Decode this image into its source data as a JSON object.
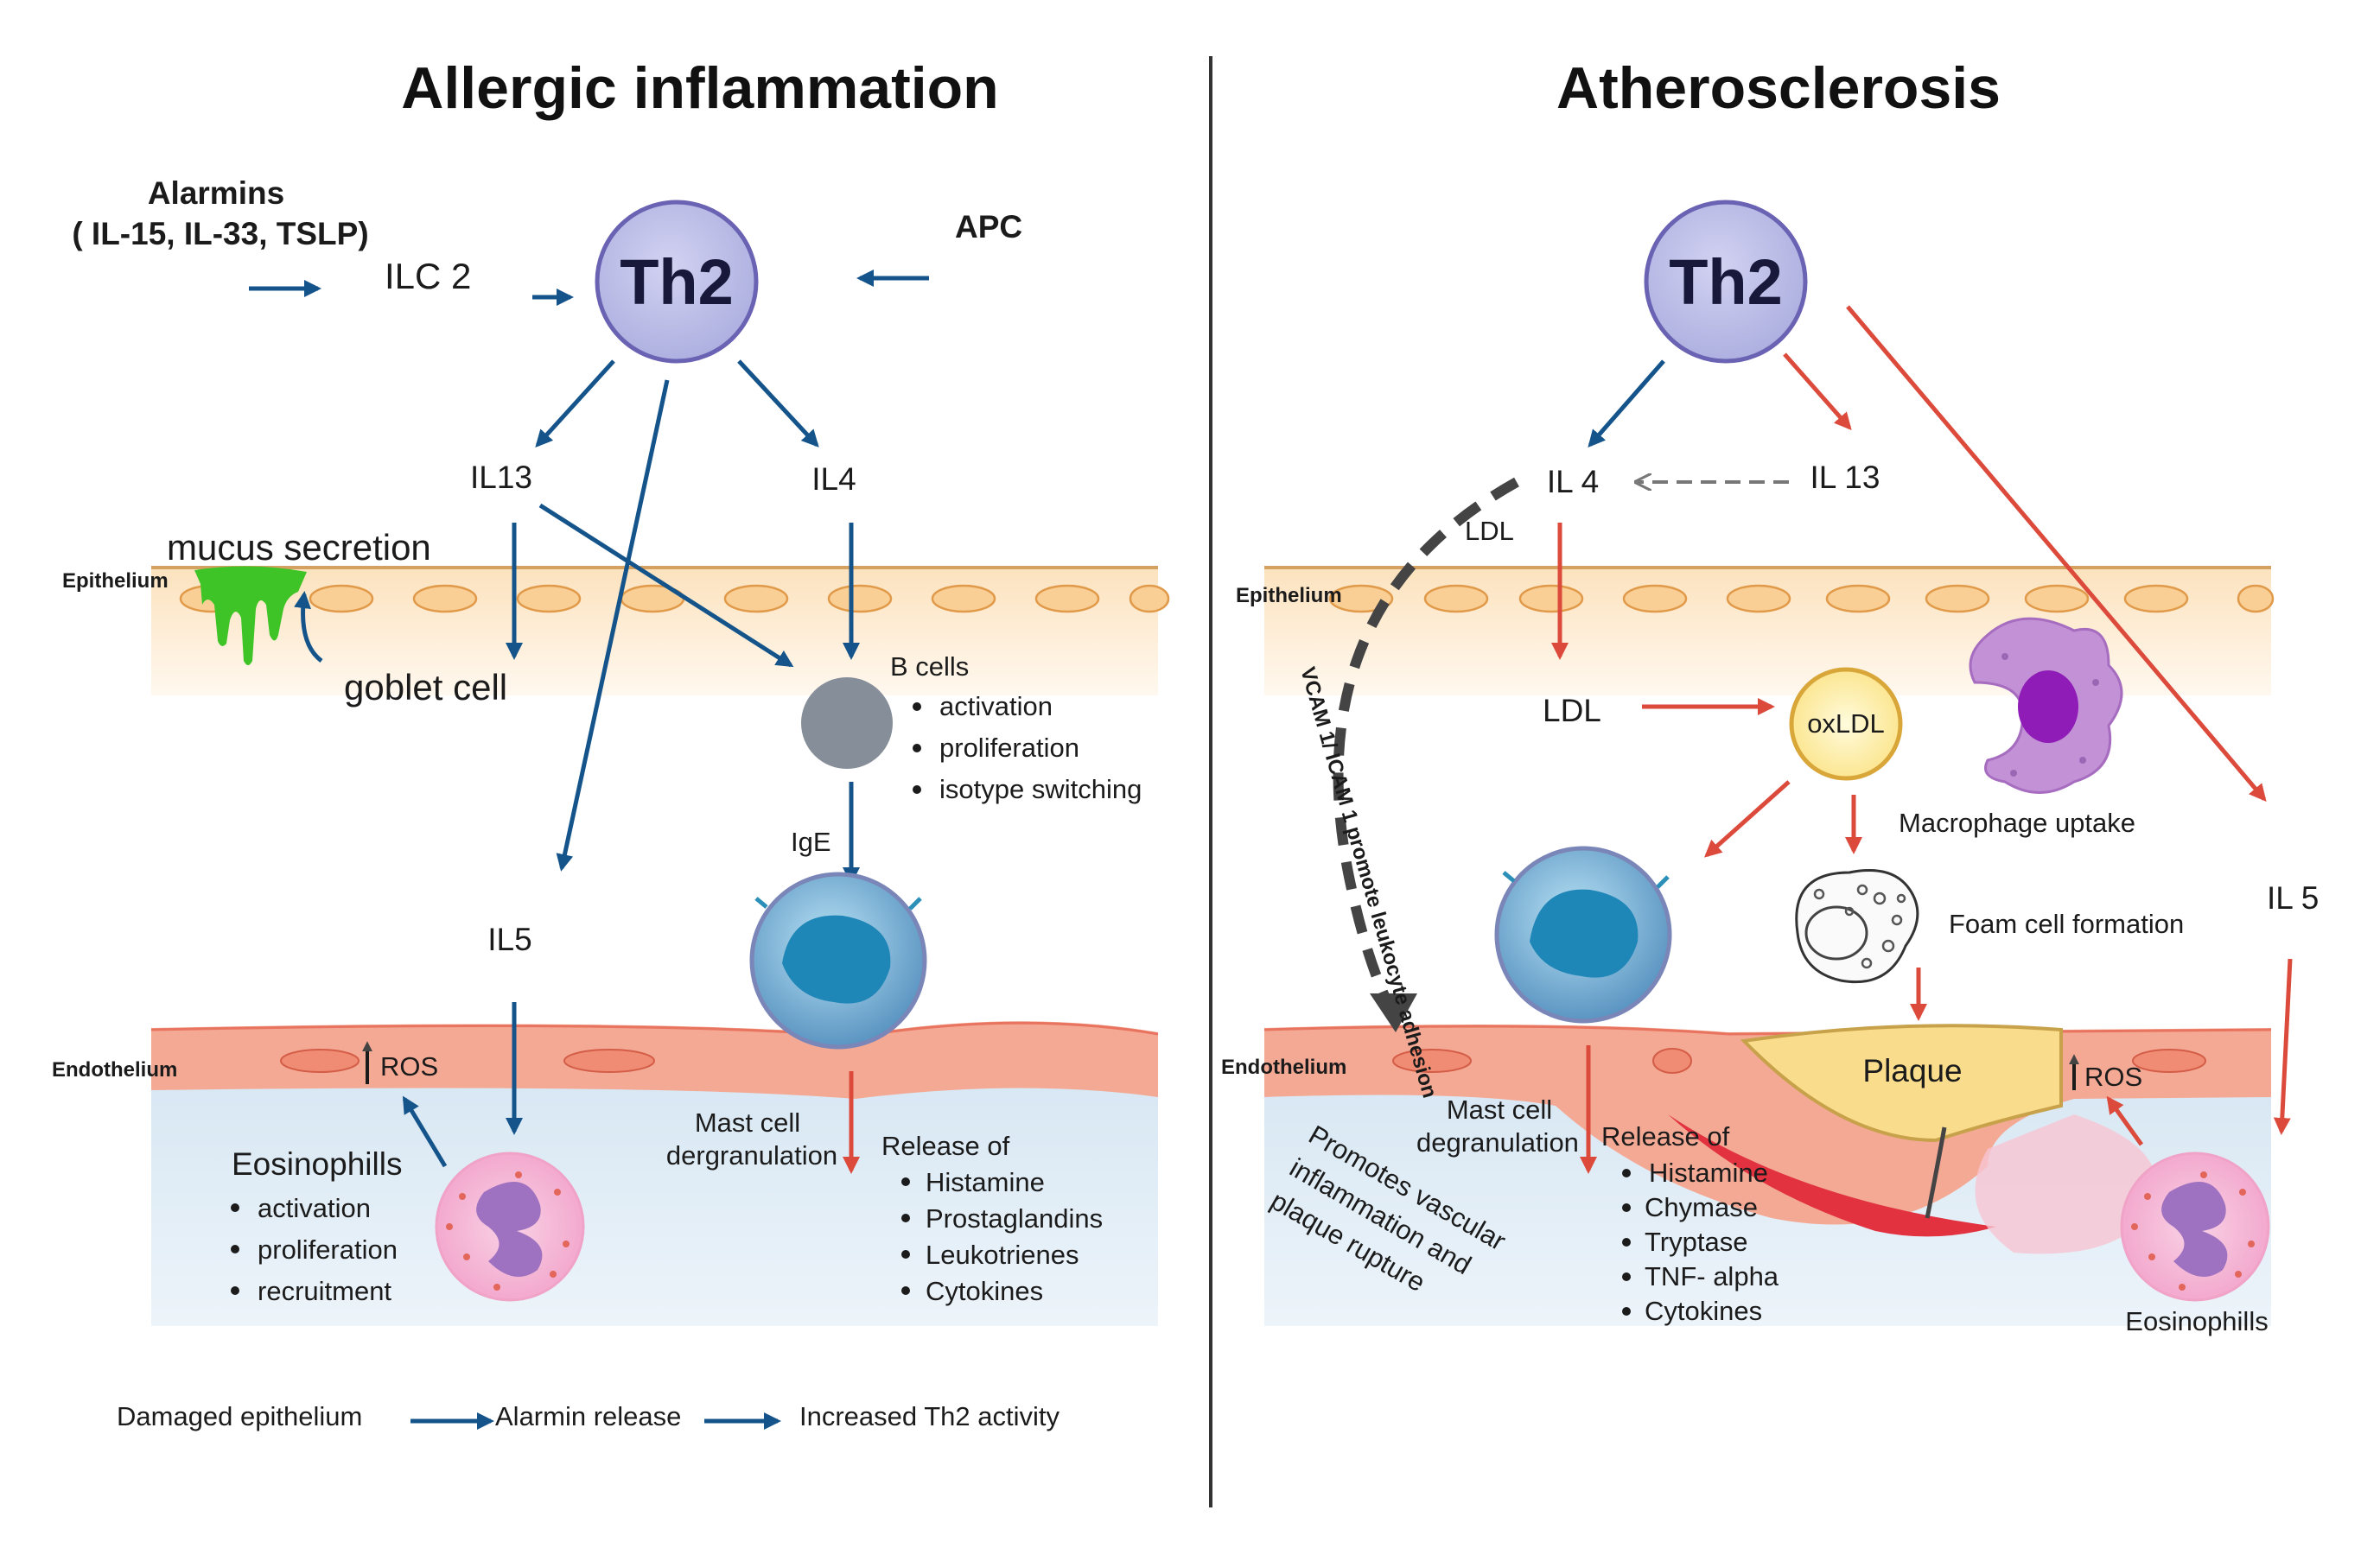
{
  "left": {
    "title": "Allergic inflammation",
    "alarmins_line1": "Alarmins",
    "alarmins_line2": "( IL-15, IL-33, TSLP)",
    "ilc2": "ILC 2",
    "th2": "Th2",
    "apc": "APC",
    "il13": "IL13",
    "il4": "IL4",
    "mucus": "mucus secretion",
    "epithelium": "Epithelium",
    "goblet": "goblet cell",
    "bcells": "B cells",
    "b_items": [
      "activation",
      "proliferation",
      "isotype switching"
    ],
    "ige": "IgE",
    "il5": "IL5",
    "endothelium": "Endothelium",
    "ros": "ROS",
    "eos_title": "Eosinophills",
    "eos_items": [
      "activation",
      "proliferation",
      "recruitment"
    ],
    "mast_line1": "Mast cell",
    "mast_line2": "dergranulation",
    "release_title": "Release of",
    "release_items": [
      "Histamine",
      "Prostaglandins",
      "Leukotrienes",
      "Cytokines"
    ],
    "flow": [
      "Damaged epithelium",
      "Alarmin release",
      "Increased Th2 activity"
    ]
  },
  "right": {
    "title": "Atherosclerosis",
    "th2": "Th2",
    "il4": "IL 4",
    "il13": "IL 13",
    "ldl_top": "LDL",
    "epithelium": "Epithelium",
    "ldl": "LDL",
    "oxldl": "oxLDL",
    "macrophage": "Macrophage uptake",
    "foam": "Foam cell formation",
    "il5": "IL 5",
    "vcam": "VCAM 1/ ICAM 1 promote leukocyte adhesion",
    "endothelium": "Endothelium",
    "plaque": "Plaque",
    "ros": "ROS",
    "mast_line1": "Mast cell",
    "mast_line2": "degranulation",
    "release_title": "Release of",
    "release_items": [
      "Histamine",
      "Chymase",
      "Tryptase",
      "TNF- alpha",
      "Cytokines"
    ],
    "promotes_lines": [
      "Promotes vascular",
      "inflammation and",
      "plaque rupture"
    ],
    "eos": "Eosinophills"
  },
  "colors": {
    "blue_arrow": "#14548a",
    "red_arrow": "#dc4a3c",
    "th2_fill": "#c3c3ea",
    "th2_stroke": "#6a62b2",
    "epithelium": "#fbe6c6",
    "endothelium": "#f4a995",
    "lumen": "#e2edf6",
    "mucus": "#3ec426",
    "plaque": "#f9dc8c"
  },
  "icons": [
    "th2-cell-icon",
    "b-cell-icon",
    "mast-cell-icon",
    "eosinophil-icon",
    "macrophage-icon",
    "foam-cell-icon",
    "oxldl-icon",
    "mucus-icon"
  ]
}
